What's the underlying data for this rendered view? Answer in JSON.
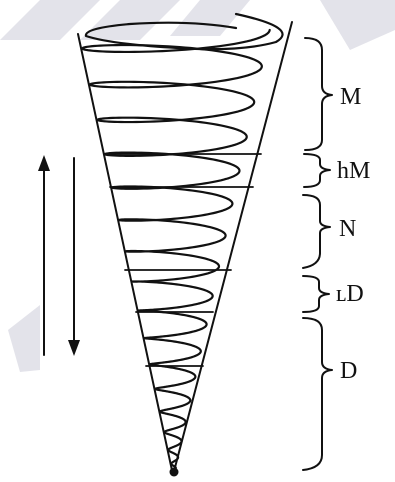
{
  "labels": {
    "m": "M",
    "hm": "hM",
    "n": "N",
    "ld": "ʟD",
    "d": "D"
  },
  "colors": {
    "ink": "#111111",
    "watermark": "#e3e3ea"
  },
  "icons": {
    "up_arrow": "arrow-up-icon",
    "down_arrow": "arrow-down-icon"
  }
}
